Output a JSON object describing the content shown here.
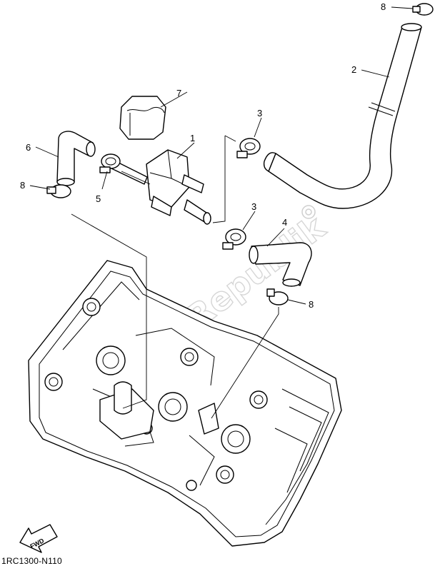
{
  "diagram": {
    "callouts": [
      {
        "id": "c1",
        "label": "1"
      },
      {
        "id": "c2",
        "label": "2"
      },
      {
        "id": "c3a",
        "label": "3"
      },
      {
        "id": "c3b",
        "label": "3"
      },
      {
        "id": "c4",
        "label": "4"
      },
      {
        "id": "c5",
        "label": "5"
      },
      {
        "id": "c6",
        "label": "6"
      },
      {
        "id": "c7",
        "label": "7"
      },
      {
        "id": "c8a",
        "label": "8"
      },
      {
        "id": "c8b",
        "label": "8"
      },
      {
        "id": "c8c",
        "label": "8"
      }
    ],
    "fwd_label": "FWD",
    "drawing_code": "1RC1300-N110",
    "watermark": "PartsRepublik"
  }
}
